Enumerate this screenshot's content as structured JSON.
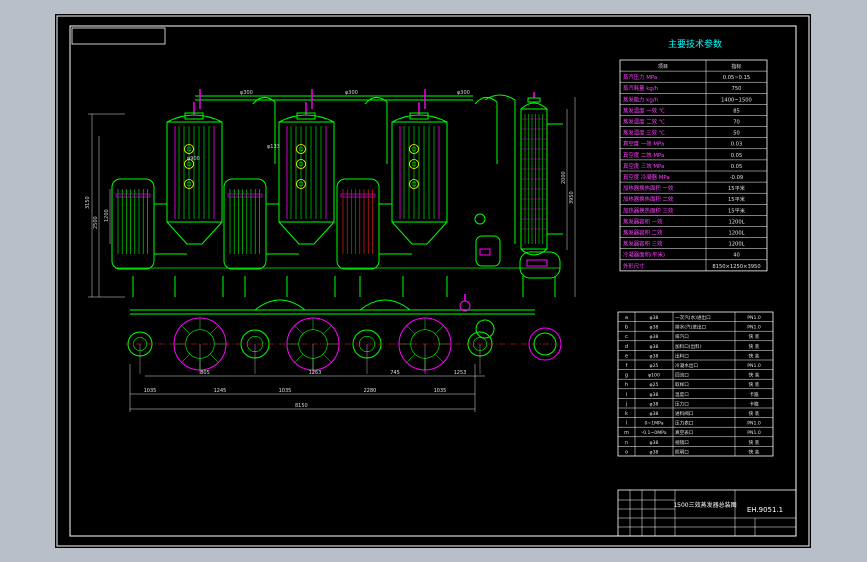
{
  "params_table": {
    "title": "主要技术参数",
    "header": [
      "项目",
      "指标"
    ],
    "rows": [
      [
        "蒸汽压力 MPa",
        "0.05~0.15"
      ],
      [
        "蒸汽耗量 kg/h",
        "750"
      ],
      [
        "蒸发能力 kg/h",
        "1400~1500"
      ],
      [
        "蒸发温度 一效 ℃",
        "85"
      ],
      [
        "蒸发温度 二效 ℃",
        "70"
      ],
      [
        "蒸发温度 三效 ℃",
        "50"
      ],
      [
        "真空度 一效 MPa",
        "0.03"
      ],
      [
        "真空度 二效 MPa",
        "0.05"
      ],
      [
        "真空度 三效 MPa",
        "0.05"
      ],
      [
        "真空度 冷凝器 MPa",
        "-0.09"
      ],
      [
        "加热器换热面积 一效",
        "15平米"
      ],
      [
        "加热器换热面积 二效",
        "15平米"
      ],
      [
        "加热器换热面积 三效",
        "15平米"
      ],
      [
        "蒸发器容积 一效",
        "1200L"
      ],
      [
        "蒸发器容积 二效",
        "1200L"
      ],
      [
        "蒸发器容积 三效",
        "1200L"
      ],
      [
        "冷凝器面积(平米)",
        "40"
      ],
      [
        "外形尺寸",
        "8150×1250×3950"
      ]
    ]
  },
  "nozzle_table": {
    "rows": [
      [
        "a",
        "φ38",
        "一次汽(水)进出口",
        "PN1.0"
      ],
      [
        "b",
        "φ38",
        "排水(汽)进出口",
        "PN1.0"
      ],
      [
        "c",
        "φ38",
        "排汽口",
        "快 装"
      ],
      [
        "d",
        "φ38",
        "加料口(出料)",
        "快 装"
      ],
      [
        "e",
        "φ38",
        "出料口",
        "快 装"
      ],
      [
        "f",
        "φ25",
        "冷凝水出口",
        "PN1.0"
      ],
      [
        "g",
        "φ100",
        "回流口",
        "快 装"
      ],
      [
        "h",
        "φ25",
        "取样口",
        "快 装"
      ],
      [
        "i",
        "φ38",
        "温度口",
        "卡箍"
      ],
      [
        "j",
        "φ38",
        "压力口",
        "卡箍"
      ],
      [
        "k",
        "φ38",
        "进料阀口",
        "快 装"
      ],
      [
        "l",
        "0~1MPa",
        "压力表口",
        "PN1.0"
      ],
      [
        "m",
        "-0.1~0MPa",
        "真空表口",
        "PN1.0"
      ],
      [
        "n",
        "φ38",
        "视镜口",
        "快 装"
      ],
      [
        "o",
        "φ38",
        "照明口",
        "快 装"
      ]
    ]
  },
  "title_block": {
    "name": "1500三效蒸发器总装图",
    "drawing_no": "EH.9051.1"
  },
  "dimensions": {
    "elevation_height": "3150",
    "elevation_height_2": "2500",
    "heater_length": "1200",
    "condenser_height": "2000",
    "condenser_total": "3950",
    "top_nozzle": "φ300",
    "pipe_dia": "φ133",
    "vessel_dia": "φ900",
    "plan_segments": [
      "1035",
      "1245",
      "1035",
      "2280",
      "1035"
    ],
    "plan_sub": [
      "805",
      "1263",
      "745",
      "1253"
    ],
    "plan_total": "8150"
  },
  "colors": {
    "frame": "#ffffff",
    "equipment": "#00ff00",
    "highlight": "#ff00ff",
    "cyan": "#00ffff",
    "text_title": "#00ffff",
    "red": "#ff2020",
    "yellow": "#ffff00"
  }
}
